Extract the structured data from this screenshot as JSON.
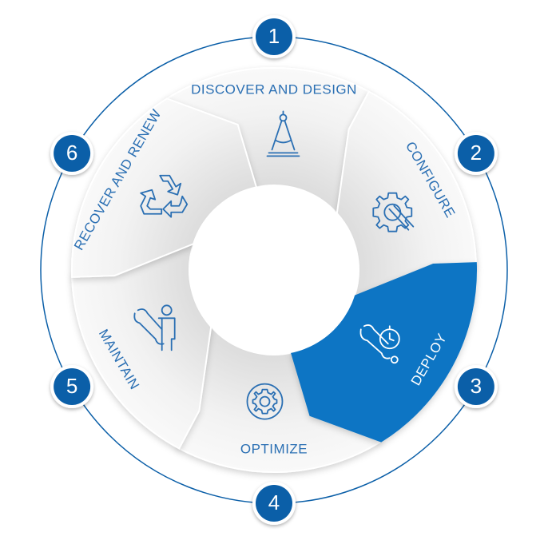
{
  "diagram": {
    "accent_color": "#0a74c4",
    "badge_color": "#0b5fa8",
    "outline_color": "#0b5fa8",
    "steps": [
      {
        "number": "1",
        "label": "DISCOVER AND DESIGN",
        "icon": "drafting-compass-icon",
        "active": false
      },
      {
        "number": "2",
        "label": "CONFIGURE",
        "icon": "gear-wrench-icon",
        "active": false
      },
      {
        "number": "3",
        "label": "DEPLOY",
        "icon": "wrench-stopwatch-icon",
        "active": true
      },
      {
        "number": "4",
        "label": "OPTIMIZE",
        "icon": "gear-cycle-icon",
        "active": false
      },
      {
        "number": "5",
        "label": "MAINTAIN",
        "icon": "technician-wrench-icon",
        "active": false
      },
      {
        "number": "6",
        "label": "RECOVER AND RENEW",
        "icon": "recycle-icon",
        "active": false
      }
    ]
  }
}
